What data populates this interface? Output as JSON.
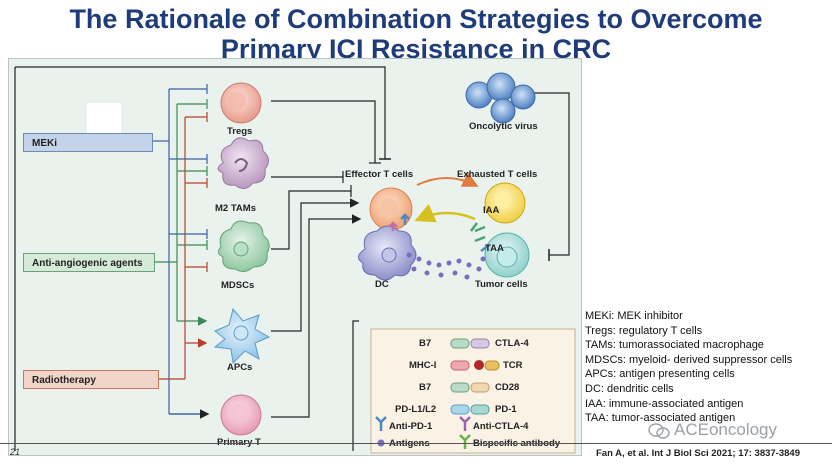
{
  "title": {
    "line1": "The Rationale of Combination Strategies to Overcome",
    "line2": "Primary ICI Resistance in CRC"
  },
  "agents": {
    "meki": "MEKi",
    "anti_angio": "Anti-angiogenic agents",
    "radiotherapy": "Radiotherapy"
  },
  "cells": {
    "tregs": "Tregs",
    "m2_tams": "M2 TAMs",
    "mdscs": "MDSCs",
    "apcs": "APCs",
    "primary_t": "Primary T",
    "effector": "Effector T cells",
    "exhausted": "Exhausted T cells",
    "dc": "DC",
    "tumor": "Tumor cells",
    "oncolytic": "Oncolytic virus",
    "iaa": "IAA",
    "taa": "TAA"
  },
  "legend_box": {
    "b7_1": "B7",
    "ctla4": "CTLA-4",
    "mhc1": "MHC-I",
    "tcr": "TCR",
    "b7_2": "B7",
    "cd28": "CD28",
    "pdl": "PD-L1/L2",
    "pd1": "PD-1",
    "anti_pd1": "Anti-PD-1",
    "anti_ctla4": "Anti-CTLA-4",
    "antigens": "Antigens",
    "bispecific": "Bispecific antibody"
  },
  "abbreviations": [
    "MEKi: MEK inhibitor",
    "Tregs: regulatory T cells",
    "TAMs: tumorassociated macrophage",
    "MDSCs: myeloid- derived suppressor cells",
    "APCs: antigen presenting cells",
    "DC: dendritic cells",
    "IAA: immune-associated antigen",
    "TAA: tumor-associated antigen"
  ],
  "footer": {
    "slide_number": "21",
    "citation": "Fan A, et al. Int J Biol Sci 2021; 17: 3837-3849",
    "watermark": "ACEoncology"
  },
  "colors": {
    "title": "#1f3c7a",
    "meki_line": "#3b5fa8",
    "angio_line": "#3a8a55",
    "radio_line": "#b8402a"
  }
}
